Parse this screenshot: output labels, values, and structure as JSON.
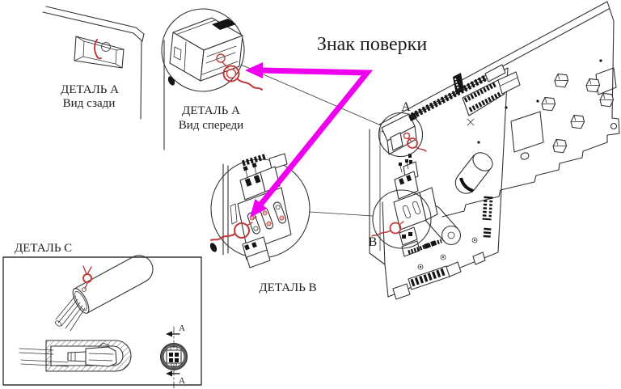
{
  "diagram": {
    "title": "Знак поверки",
    "details": {
      "a_rear": {
        "name": "ДЕТАЛЬ А",
        "view": "Вид сзади"
      },
      "a_front": {
        "name": "ДЕТАЛЬ А",
        "view": "Вид спереди"
      },
      "b": {
        "name": "ДЕТАЛЬ В"
      },
      "c": {
        "name": "ДЕТАЛЬ С"
      }
    },
    "callouts": {
      "a": "A",
      "b": "B"
    },
    "section": {
      "top": "A",
      "bottom": "A"
    },
    "colors": {
      "line": "#333333",
      "seal": "#c03a3a",
      "arrow": "#ee00ee",
      "black_fill": "#141414",
      "background": "#ffffff"
    }
  }
}
